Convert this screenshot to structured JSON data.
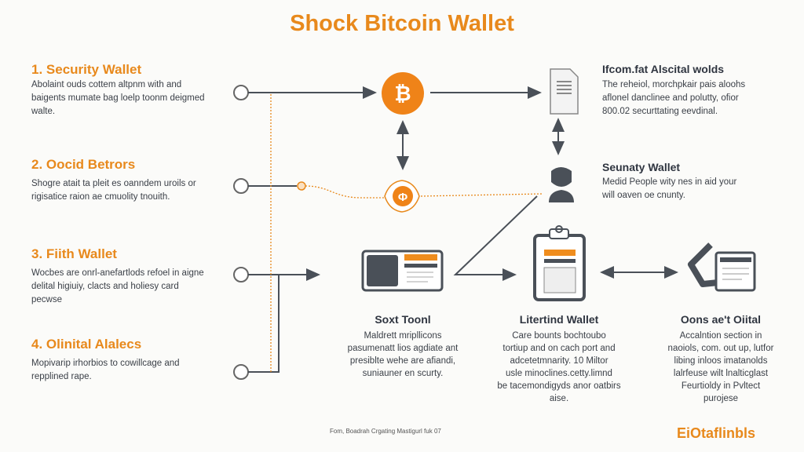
{
  "title": "Shock Bitcoin Wallet",
  "left_sections": [
    {
      "heading": "1. Security Wallet",
      "lines": [
        "Abolaint ouds cottem altpnm with and",
        "baigents mumate bag loelp toonm deigmed",
        "walte."
      ]
    },
    {
      "heading": "2. Oocid Betrors",
      "lines": [
        "Shogre atait ta pleit es oanndem uroils or",
        "rigisatice raion ae cmuolity tnouith."
      ]
    },
    {
      "heading": "3. Fiith Wallet",
      "lines": [
        "Wocbes are onrl-anefartlods refoel in aigne",
        "delital higiuiy, clacts and holiesy card",
        "pecwse"
      ]
    },
    {
      "heading": "4. Olinital Alalecs",
      "lines": [
        "Mopivarip irhorbios to cowillcage and",
        "repplined rape."
      ]
    }
  ],
  "right_sections": [
    {
      "heading": "Ifcom.fat Alscital wolds",
      "lines": [
        "The reheiol, morchpkair pais aloohs",
        "aflonel danclinee and polutty, ofior",
        "800.02 securttating eevdinal."
      ]
    },
    {
      "heading": "Seunaty Wallet",
      "lines": [
        "Medid People wity nes in aid your",
        "will oaven oe cnunty."
      ]
    }
  ],
  "captions": [
    {
      "heading": "Soxt Toonl",
      "lines": [
        "Maldrett mripllicons",
        "pasumenatt lios agdiate ant",
        "presiblte wehe are afiandi,",
        "suniauner en scurty."
      ]
    },
    {
      "heading": "Litertind Wallet",
      "lines": [
        "Care bounts bochtoubo",
        "tortiup and on cach port and",
        "adcetetmnarity. 10 Miltor",
        "usle minoclines.cetty.limnd",
        "be tacemondigyds anor oatbirs",
        "aise."
      ]
    },
    {
      "heading": "Oons ae't Oiital",
      "lines": [
        "Accalntion section in",
        "naoiols, com. out up, lutfor",
        "libing inloos imatanolds",
        "lalrfeuse wilt lnalticglast",
        "Feurtioldy in Pvltect",
        "purojese"
      ]
    }
  ],
  "footer": "Fom, Boadrah Crgating Mastigurl fuk 07",
  "logo": "EiOtaflinbls",
  "colors": {
    "accent": "#e8891c",
    "dark": "#4a5058"
  }
}
